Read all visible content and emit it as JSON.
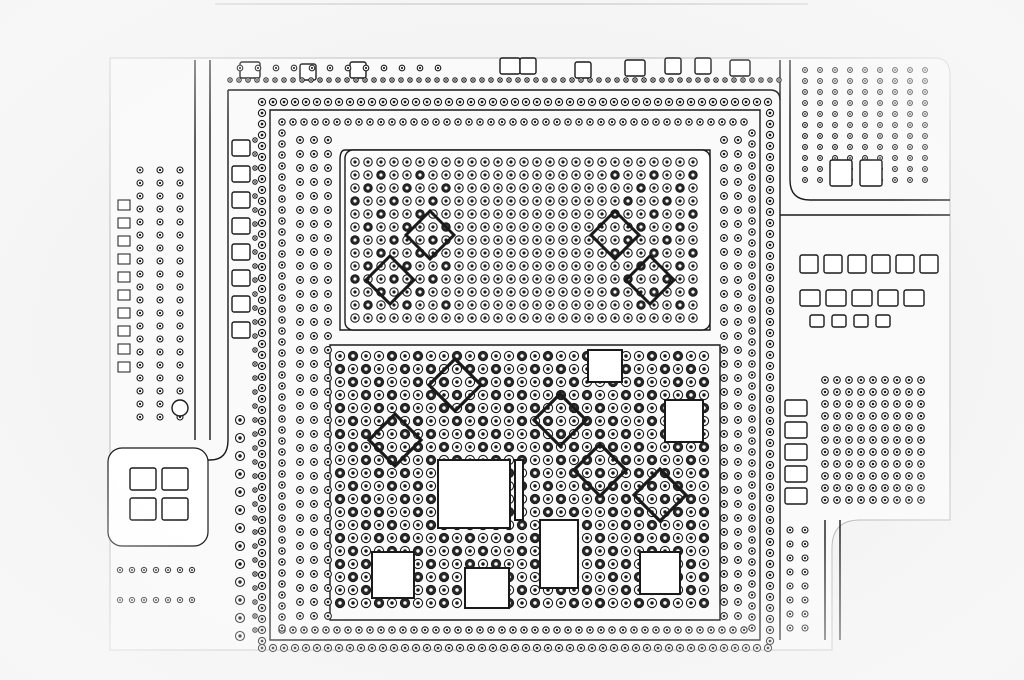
{
  "diagram": {
    "kind": "pcb-layout",
    "colors": {
      "background": "#f4f4f4",
      "ink": "#1a1a1a",
      "pad_fill": "#ffffff",
      "copper_fill": "#2a2a2a"
    },
    "regions": [
      "top-connector-strip",
      "left-component-column",
      "right-component-column",
      "bga-upper-array",
      "bga-lower-array",
      "corner-pad-cluster"
    ]
  }
}
